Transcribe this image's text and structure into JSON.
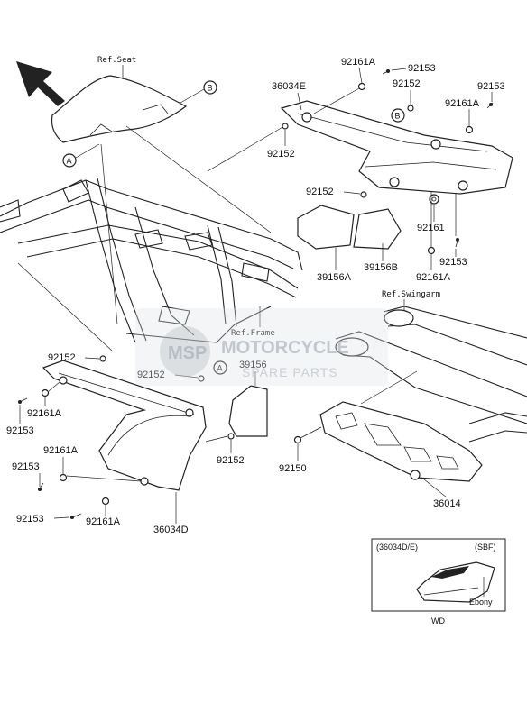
{
  "refs": {
    "seat": "Ref.Seat",
    "frame": "Ref.Frame",
    "swingarm": "Ref.Swingarm"
  },
  "callouts": {
    "a": "A",
    "b": "B"
  },
  "parts": {
    "p36034E": "36034E",
    "p92161A_top": "92161A",
    "p92153_top": "92153",
    "p92152_top": "92152",
    "p92153_right": "92153",
    "p92161A_right": "92161A",
    "p92152_mid": "92152",
    "p92152_right": "92152",
    "p92161_right": "92161",
    "p39156A": "39156A",
    "p39156B": "39156B",
    "p92161A_lower_right": "92161A",
    "p92153_lower_right": "92153",
    "p92152_left_a": "92152",
    "p92152_left_b": "92152",
    "p39156": "39156",
    "p92161A_left_a": "92161A",
    "p92153_left_a": "92153",
    "p92161A_left_b": "92161A",
    "p92153_left_b": "92153",
    "p92152_bottom": "92152",
    "p92150": "92150",
    "p92153_left_c": "92153",
    "p92161A_left_c": "92161A",
    "p36034D": "36034D",
    "p36014": "36014"
  },
  "inset": {
    "model": "(36034D/E)",
    "variant": "(SBF)",
    "color": "Ebony",
    "region": "WD"
  },
  "watermark": {
    "brand": "MOTORCYCLE",
    "tagline": "SPARE PARTS",
    "logo": "MSP"
  },
  "colors": {
    "ink": "#222222",
    "watermark": "#9aa3ad"
  }
}
